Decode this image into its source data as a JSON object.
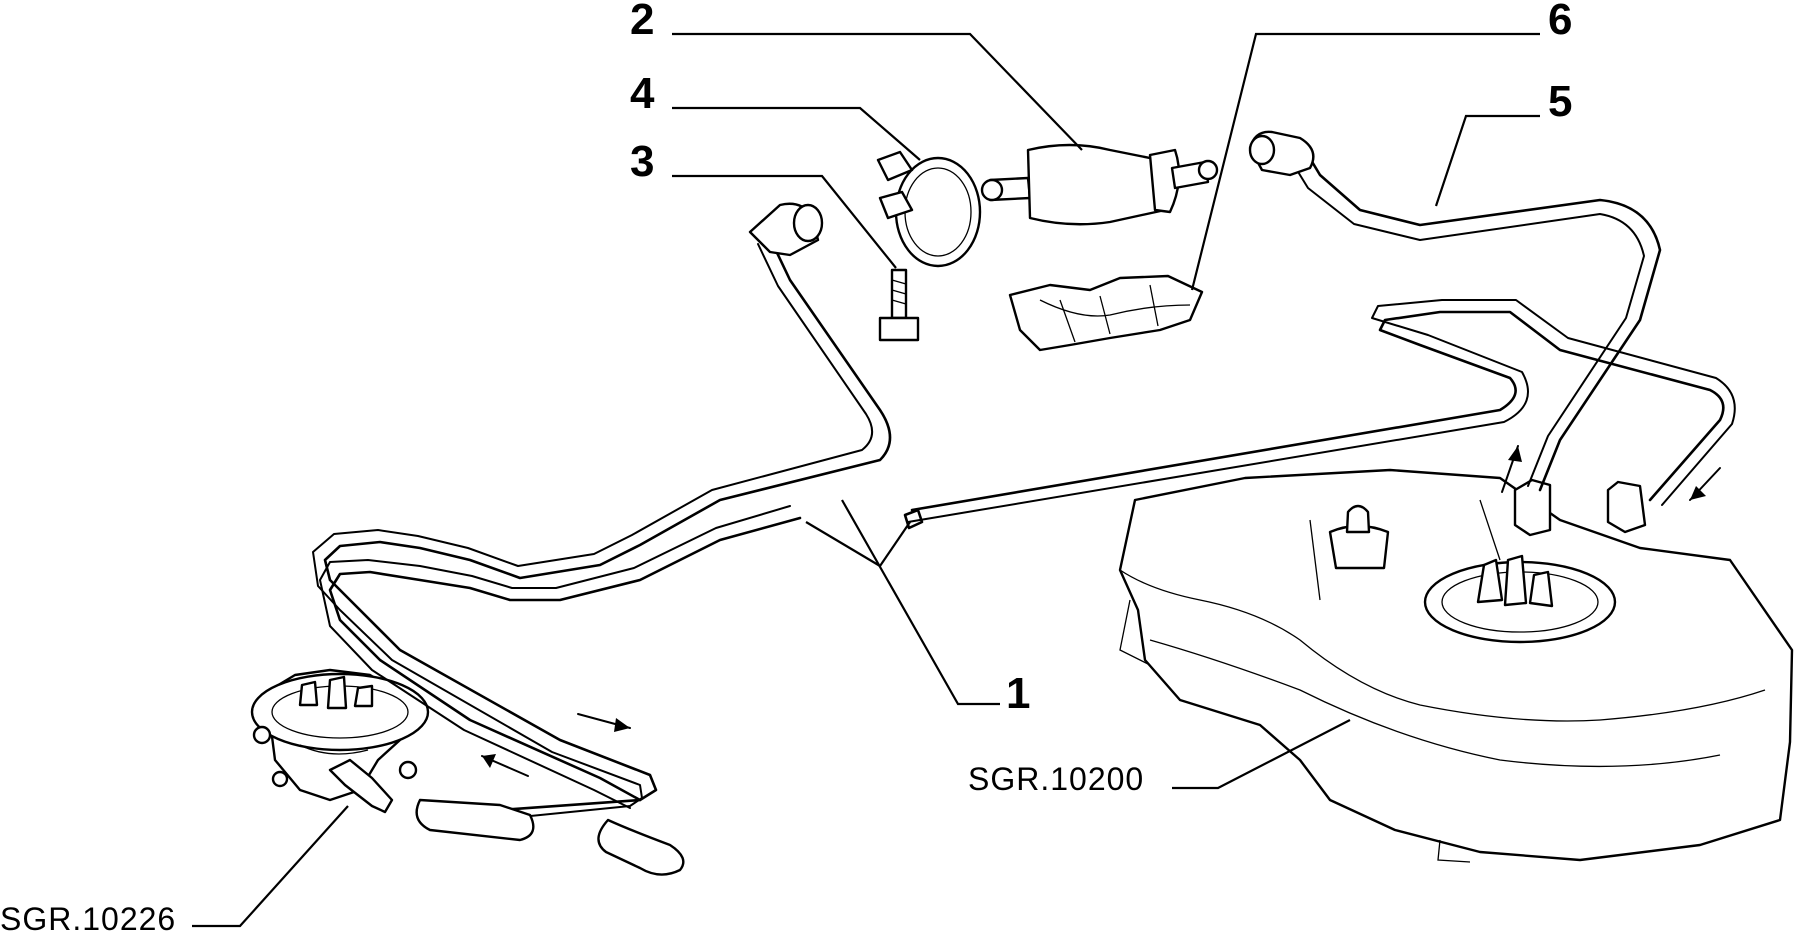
{
  "callouts": {
    "c1": "1",
    "c2": "2",
    "c3": "3",
    "c4": "4",
    "c5": "5",
    "c6": "6"
  },
  "references": {
    "tank": "SGR.10200",
    "pump": "SGR.10226"
  },
  "parts": {
    "fuel_lines": "part-1",
    "fuel_filter": "part-2",
    "screw": "part-3",
    "clamp": "part-4",
    "return_hose": "part-5",
    "filter_guard": "part-6"
  }
}
